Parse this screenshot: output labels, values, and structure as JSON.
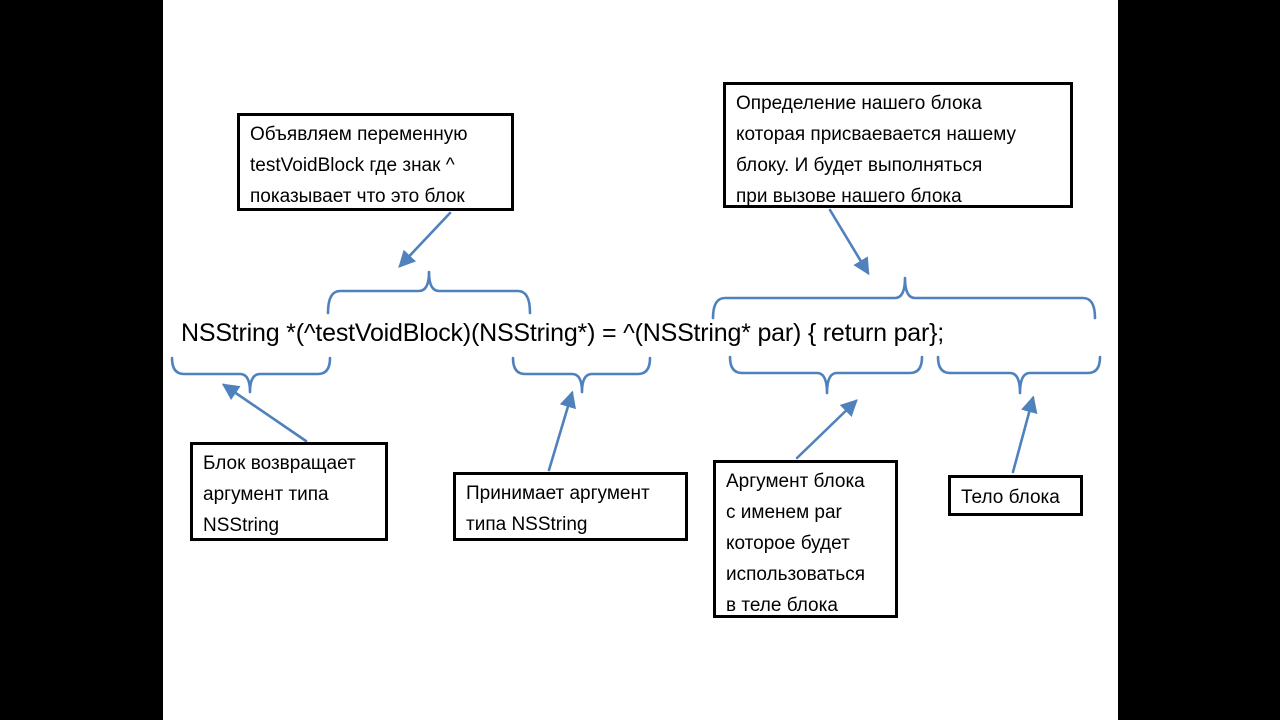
{
  "slide": {
    "background": "#ffffff",
    "letterbox_color": "#000000",
    "accent_color": "#4f81bd",
    "box_border_color": "#000000",
    "text_color": "#000000"
  },
  "code_line": {
    "text": "NSString *(^testVoidBlock)(NSString*) = ^(NSString* par) { return par};"
  },
  "boxes": {
    "declare": {
      "text": "Объявляем переменную\ntestVoidBlock где знак ^\nпоказывает что это блок"
    },
    "definition": {
      "text": "Определение нашего блока\nкоторая присваевается нашему\nблоку. И будет выполняться\nпри вызове нашего блока"
    },
    "returns": {
      "text": "Блок возвращает\nаргумент типа\nNSString"
    },
    "accepts": {
      "text": "Принимает аргумент\nтипа NSString"
    },
    "argument": {
      "text": "Аргумент блока\nс именем par\nкоторое будет\nиспользоваться\nв теле блока"
    },
    "body": {
      "text": "Тело блока"
    }
  }
}
